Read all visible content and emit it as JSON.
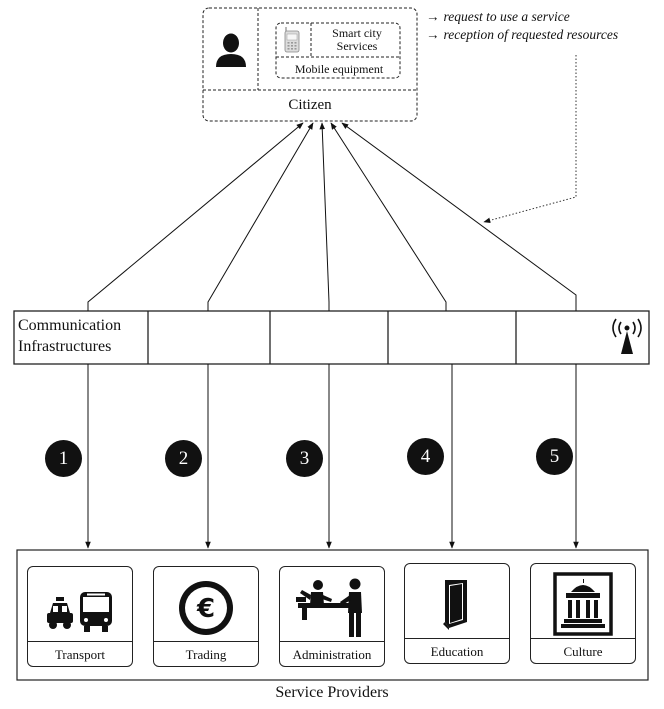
{
  "citizen": {
    "label": "Citizen",
    "smart_city_services": "Smart city Services",
    "mobile_equipment": "Mobile equipment"
  },
  "legend": {
    "line1": "request to use a service",
    "line2": "reception of requested resources",
    "arrow": "→"
  },
  "communication": {
    "label": "Communication Infrastructures"
  },
  "steps": [
    "1",
    "2",
    "3",
    "4",
    "5"
  ],
  "providers": {
    "title": "Service Providers",
    "items": [
      {
        "label": "Transport",
        "icon": "transport-icon"
      },
      {
        "label": "Trading",
        "icon": "euro-icon"
      },
      {
        "label": "Administration",
        "icon": "administration-icon"
      },
      {
        "label": "Education",
        "icon": "book-icon"
      },
      {
        "label": "Culture",
        "icon": "museum-icon"
      }
    ]
  },
  "colors": {
    "ink": "#111111",
    "background": "#ffffff"
  }
}
